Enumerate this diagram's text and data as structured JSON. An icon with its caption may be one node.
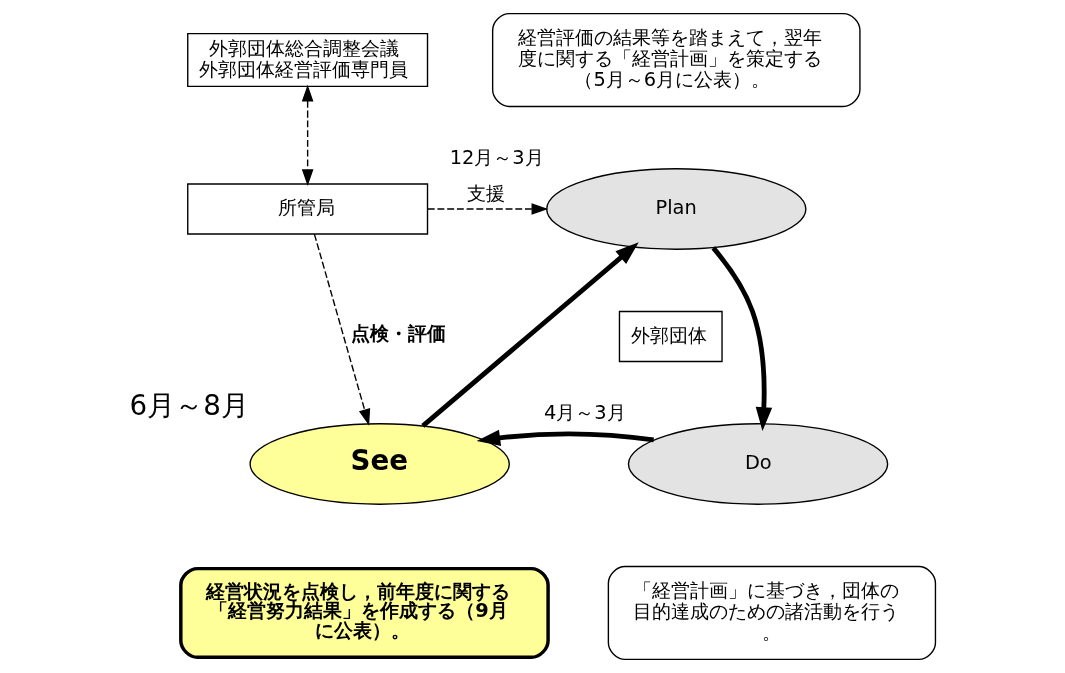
{
  "diagram": {
    "nodes": [
      {
        "text": [
          "外郭団体総合調整会議",
          "外郭団体経営評価専門員"
        ]
      },
      {
        "text": [
          "所管局"
        ]
      },
      {
        "text": [
          "Plan"
        ],
        "beside": [
          "12月～3月"
        ]
      },
      {
        "text": [
          "Do"
        ],
        "beside": [
          "4月～3月"
        ]
      },
      {
        "text": [
          "See"
        ],
        "beside": [
          "6月～8月"
        ]
      },
      {
        "text": [
          "外郭団体"
        ]
      },
      {
        "text": [
          "経営評価の結果等を踏まえて，翌年度に関する「経営計画」を策定する（5月～6月に公表）。"
        ]
      },
      {
        "text": [
          "経営状況を点検し，前年度に関する「経営努力結果」を作成する（9月に公表）。"
        ]
      },
      {
        "text": [
          "「経営計画」に基づき，団体の目的達成のための諸活動を行う。"
        ]
      }
    ],
    "edges": [
      {
        "from": 0,
        "to": 1,
        "arrow": "both",
        "style": "dashed"
      },
      {
        "from": 1,
        "to": 2,
        "arrow": "to",
        "style": "dashed",
        "label": "支援"
      },
      {
        "from": 1,
        "to": 4,
        "arrow": "to",
        "style": "dashed",
        "label": "点検・評価"
      },
      {
        "from": 4,
        "to": 2,
        "arrow": "to",
        "style": "thick"
      },
      {
        "from": 2,
        "to": 3,
        "arrow": "to",
        "style": "thick"
      },
      {
        "from": 3,
        "to": 4,
        "arrow": "to",
        "style": "thick"
      }
    ]
  }
}
